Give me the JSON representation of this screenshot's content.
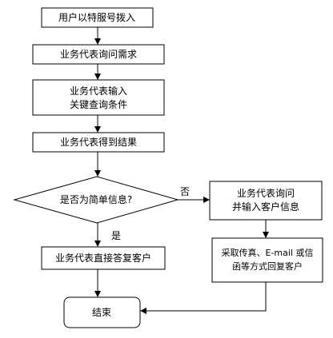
{
  "nodes": {
    "start": {
      "label": "用户以特服号拨入"
    },
    "inquire": {
      "label": "业务代表询问需求"
    },
    "query": {
      "line1": "业务代表输入",
      "line2": "关键查询条件"
    },
    "result": {
      "label": "业务代表得到结果"
    },
    "decision": {
      "label": "是否为简单信息?"
    },
    "direct_reply": {
      "label": "业务代表直接答复客户"
    },
    "ask_input": {
      "line1": "业务代表询问",
      "line2": "并输入客户信息"
    },
    "other_reply": {
      "line1": "采取传真、E-mail 或信",
      "line2": "函等方式回复客户"
    },
    "end": {
      "label": "结束"
    }
  },
  "edges": {
    "yes_label": "是",
    "no_label": "否"
  }
}
